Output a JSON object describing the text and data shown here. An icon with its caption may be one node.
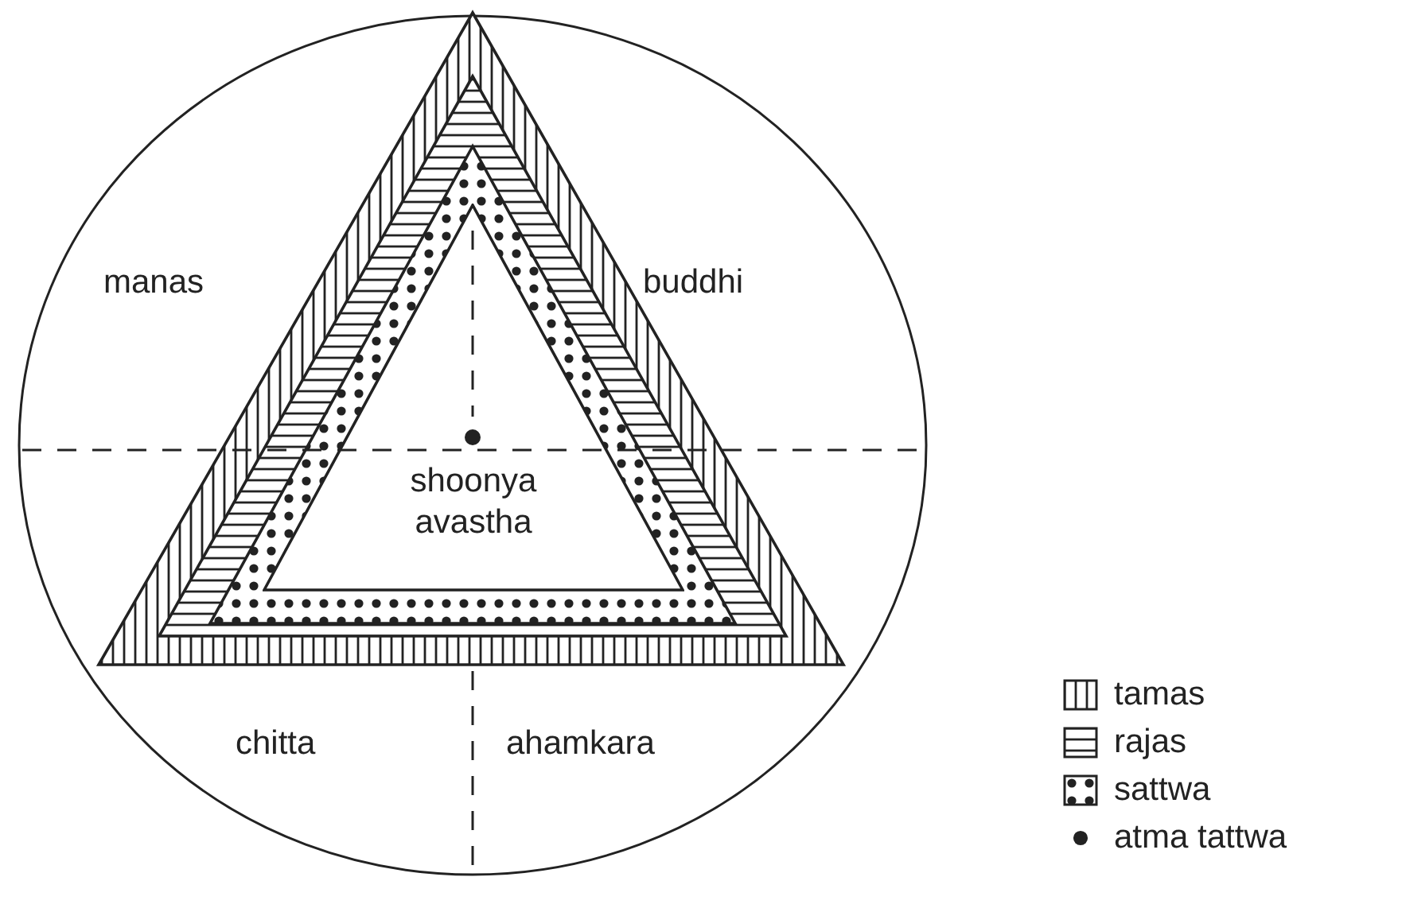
{
  "diagram": {
    "nodes": [
      {
        "text": [
          "shoonya avastha"
        ]
      }
    ],
    "edges": [],
    "labels": [
      "manas",
      "buddhi",
      "chitta",
      "ahamkara"
    ],
    "legend": [
      {
        "text": "tamas"
      },
      {
        "text": "rajas"
      },
      {
        "text": "sattwa"
      },
      {
        "text": "atma tattwa"
      }
    ]
  }
}
